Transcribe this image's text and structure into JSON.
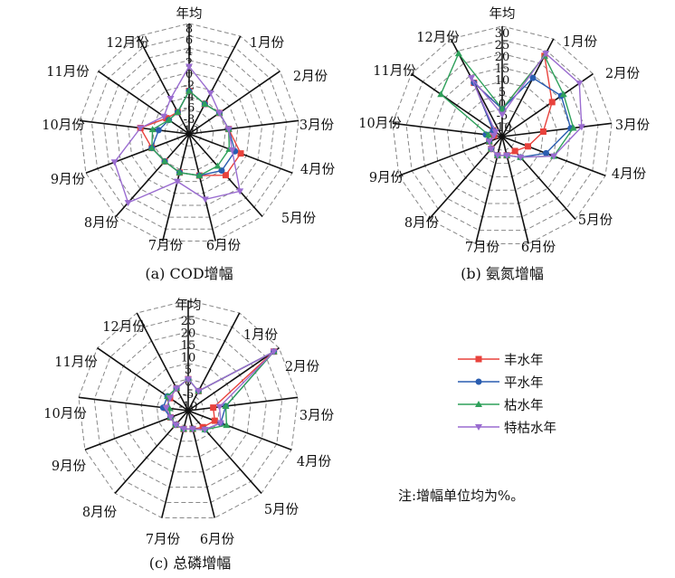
{
  "colors": {
    "series": [
      "#e8423c",
      "#2a5db0",
      "#2ea05a",
      "#9a6cd0"
    ],
    "spoke": "#111111",
    "grid": "#888888"
  },
  "legend": {
    "items": [
      "丰水年",
      "平水年",
      "枯水年",
      "特枯水年"
    ],
    "markers": [
      "square",
      "circle",
      "triangle",
      "triangle-down"
    ]
  },
  "note": "注:增幅单位均为%。",
  "chart_data": [
    {
      "type": "radar",
      "caption": "(a) COD增幅",
      "axes": [
        "年均",
        "1月份",
        "2月份",
        "3月份",
        "4月份",
        "5月份",
        "6月份",
        "7月份",
        "8月份",
        "9月份",
        "10月份",
        "11月份",
        "12月份"
      ],
      "tick_labels": [
        "-10",
        "-8",
        "-6",
        "-4",
        "-2",
        "0",
        "2",
        "4",
        "6",
        "8"
      ],
      "rlim": [
        -10,
        8
      ],
      "series": [
        {
          "name": "丰水年",
          "values": [
            -3,
            -4.5,
            -4,
            -3.5,
            -1,
            -1,
            -3,
            -3.5,
            -4,
            -3.5,
            -2,
            -5.5,
            -6
          ]
        },
        {
          "name": "平水年",
          "values": [
            -3,
            -4.5,
            -4,
            -3.5,
            -2,
            -2,
            -3,
            -3.5,
            -4,
            -3.5,
            -5,
            -6,
            -6
          ]
        },
        {
          "name": "枯水年",
          "values": [
            -3,
            -4.5,
            -4,
            -3.5,
            -3,
            -3,
            -3,
            -3.5,
            -4,
            -3.5,
            -4,
            -6,
            -6
          ]
        },
        {
          "name": "特枯水年",
          "values": [
            1,
            -2.5,
            -4,
            -3.5,
            -2.5,
            2.5,
            1,
            -2,
            5,
            3,
            -2,
            -5,
            -3.5
          ]
        }
      ]
    },
    {
      "type": "radar",
      "caption": "(b) 氨氮增幅",
      "axes": [
        "年均",
        "1月份",
        "2月份",
        "3月份",
        "4月份",
        "5月份",
        "6月份",
        "7月份",
        "8月份",
        "9月份",
        "10月份",
        "11月份",
        "12月份"
      ],
      "tick_labels": [
        "-10",
        "-5",
        "0",
        "5",
        "10",
        "15",
        "20",
        "25",
        "30"
      ],
      "rlim": [
        -10,
        30
      ],
      "series": [
        {
          "name": "丰水年",
          "values": [
            0,
            23,
            12,
            5,
            0,
            -3,
            -3,
            -3,
            -4,
            -5,
            -7,
            -6,
            12
          ]
        },
        {
          "name": "平水年",
          "values": [
            0,
            14,
            16,
            15,
            7,
            0,
            -3,
            -3,
            -4,
            -5,
            -4,
            -6,
            12
          ]
        },
        {
          "name": "枯水年",
          "values": [
            0,
            23,
            17,
            16,
            10,
            0,
            -3,
            -3,
            -4,
            -5,
            -5,
            17,
            24
          ]
        },
        {
          "name": "特枯水年",
          "values": [
            -2,
            24,
            24,
            19,
            10,
            0,
            -3,
            -3,
            -4,
            -5,
            -7,
            -7,
            14
          ]
        }
      ]
    },
    {
      "type": "radar",
      "caption": "(c) 总磷增幅",
      "axes": [
        "年均",
        "1月份",
        "2月份",
        "3月份",
        "4月份",
        "5月份",
        "6月份",
        "7月份",
        "8月份",
        "9月份",
        "10月份",
        "11月份",
        "12月份"
      ],
      "tick_labels": [
        "-10",
        "-5",
        "0",
        "5",
        "10",
        "15",
        "20",
        "25"
      ],
      "rlim": [
        -10,
        25
      ],
      "series": [
        {
          "name": "丰水年",
          "values": [
            0,
            -3,
            23,
            -2,
            -1,
            -3,
            -4,
            -4,
            -4,
            -4,
            -3,
            -3,
            -2
          ]
        },
        {
          "name": "平水年",
          "values": [
            0,
            -3,
            23,
            2,
            1,
            -2,
            -4,
            -4,
            -4,
            -4,
            -2,
            -2,
            -2
          ]
        },
        {
          "name": "枯水年",
          "values": [
            0,
            -3,
            23,
            2,
            3,
            -2,
            -4,
            -4,
            -4,
            -4,
            -4,
            -2,
            -2
          ]
        },
        {
          "name": "特枯水年",
          "values": [
            0,
            -3,
            23,
            0,
            1,
            -2,
            -4,
            -4,
            -4,
            -4,
            -3,
            -3,
            -2
          ]
        }
      ]
    }
  ]
}
